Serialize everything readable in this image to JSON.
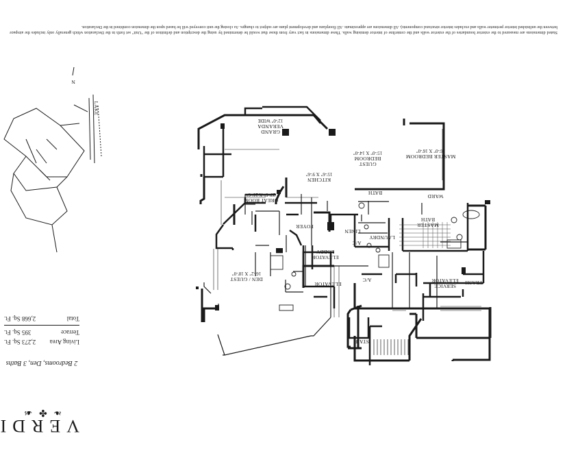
{
  "brand": {
    "logo_text": "VERDI",
    "ornament": "❧ ✤ ☙"
  },
  "subtitle": "2 Bedrooms, Den, 3 Baths",
  "area_table": {
    "rows": [
      {
        "label": "Living Area",
        "value": "2,273 Sq. Ft."
      },
      {
        "label": "Terrace",
        "value": "395 Sq. Ft."
      }
    ],
    "total": {
      "label": "Total",
      "value": "2,668 Sq. Ft."
    }
  },
  "rooms": {
    "grand_veranda": {
      "name_line1": "GRAND",
      "name_line2": "VERANDA",
      "dim": "12'-0\" WIDE"
    },
    "great_room": {
      "name": "GREAT ROOM",
      "dim": "23'-6\" X 21'-6\""
    },
    "den_guest": {
      "name": "DEN / GUEST",
      "dim": "16'-2\" X 18'-0\""
    },
    "kitchen": {
      "name": "KITCHEN",
      "dim": "15'-6\" X 9'-6\""
    },
    "guest_bedroom": {
      "name_line1": "GUEST",
      "name_line2": "BEDROOM",
      "dim": "15'-0\" X 14'-0\""
    },
    "master_bedroom": {
      "name": "MASTER BEDROOM",
      "dim": "16'-0\" X 16'-0\""
    },
    "bath": "BATH",
    "master_bath_line1": "MASTER",
    "master_bath_line2": "BATH",
    "ward": "WARD",
    "foyer": "FOYER",
    "linen": "LINEN",
    "laundry": "LAUNDRY",
    "ac_1": "A/C",
    "ac_2": "A/C",
    "elevator_lobby_line1": "ELEVATOR",
    "elevator_lobby_line2": "LOBBY",
    "elevator": "ELEVATOR",
    "service_elevator_line1": "SERVICE",
    "service_elevator_line2": "ELEVATOR",
    "trash": "TRASH",
    "stair": "STAIR"
  },
  "key_plan": {
    "lake_label": "LAKE",
    "north_label": "N"
  },
  "disclaimer": {
    "line1": "Stated dimensions are measured to the exterior boundaries of the exterior walls and the centerline of interior demising walls. These dimensions in fact vary from those that would be determined by using the description and definition of the \"Unit\" set forth in the Declaration which generally only",
    "line2": "includes the airspace between the unfinished interior perimeter walls and excludes interior structural components). All dimensions are approximate. All floorplans and development plans are subject to changes. As closing the unit conveyed will be based upon the dimension combined in the Declaration."
  }
}
